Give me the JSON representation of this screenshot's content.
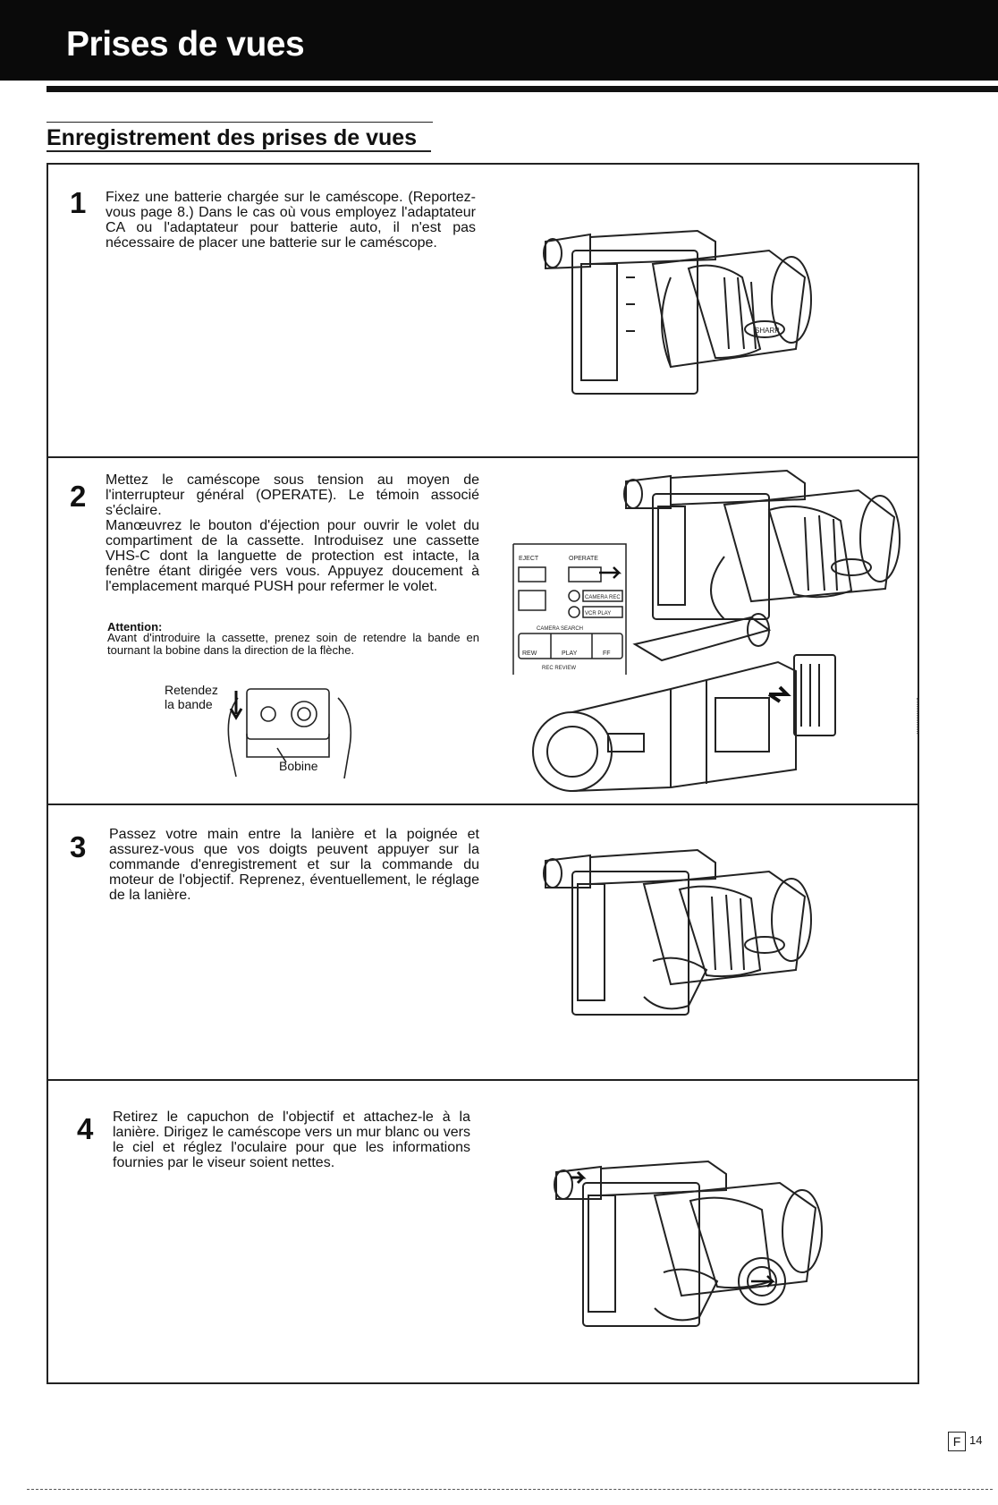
{
  "header": {
    "title": "Prises de vues"
  },
  "section": {
    "title": "Enregistrement des prises de vues"
  },
  "steps": [
    {
      "number": "1",
      "text": "Fixez une batterie chargée sur le caméscope. (Reportez-vous page 8.) Dans le cas où vous employez l'adaptateur CA ou l'adaptateur pour batterie auto, il n'est pas nécessaire de placer une batterie sur le caméscope."
    },
    {
      "number": "2",
      "text_1": "Mettez le caméscope sous tension au moyen de l'interrupteur général (OPERATE). Le témoin associé s'éclaire.",
      "text_2": "Manœuvrez le bouton d'éjection pour ouvrir le volet du compartiment de la cassette. Introduisez une cassette VHS-C dont la languette de protection est intacte, la fenêtre étant dirigée vers vous. Appuyez doucement à l'emplacement marqué PUSH pour refermer le volet.",
      "attention_label": "Attention:",
      "attention_text": "Avant d'introduire la cassette, prenez soin de retendre la bande en tournant la bobine dans la direction de la flèche.",
      "callout_1": "Retendez",
      "callout_2": "la bande",
      "callout_3": "Bobine",
      "panel_labels": {
        "eject": "EJECT",
        "operate": "OPERATE",
        "camera_rec": "CAMERA REC",
        "vcr_play": "VCR PLAY",
        "camera_search": "CAMERA SEARCH",
        "rew": "REW",
        "play": "PLAY",
        "ff": "FF",
        "rec_review": "REC REVIEW"
      }
    },
    {
      "number": "3",
      "text": "Passez votre main entre la lanière et la poignée et assurez-vous que vos doigts peuvent appuyer sur la commande d'enregistrement et sur la commande du moteur de l'objectif. Reprenez, éventuellement, le réglage de la lanière."
    },
    {
      "number": "4",
      "text": "Retirez le capuchon de l'objectif et attachez-le à la lanière. Dirigez le caméscope vers un mur blanc ou vers le ciel et réglez l'oculaire pour que les informations fournies par le viseur soient nettes."
    }
  ],
  "brand": "SHARP",
  "footer": {
    "page_letter": "F",
    "page_number": "14"
  }
}
